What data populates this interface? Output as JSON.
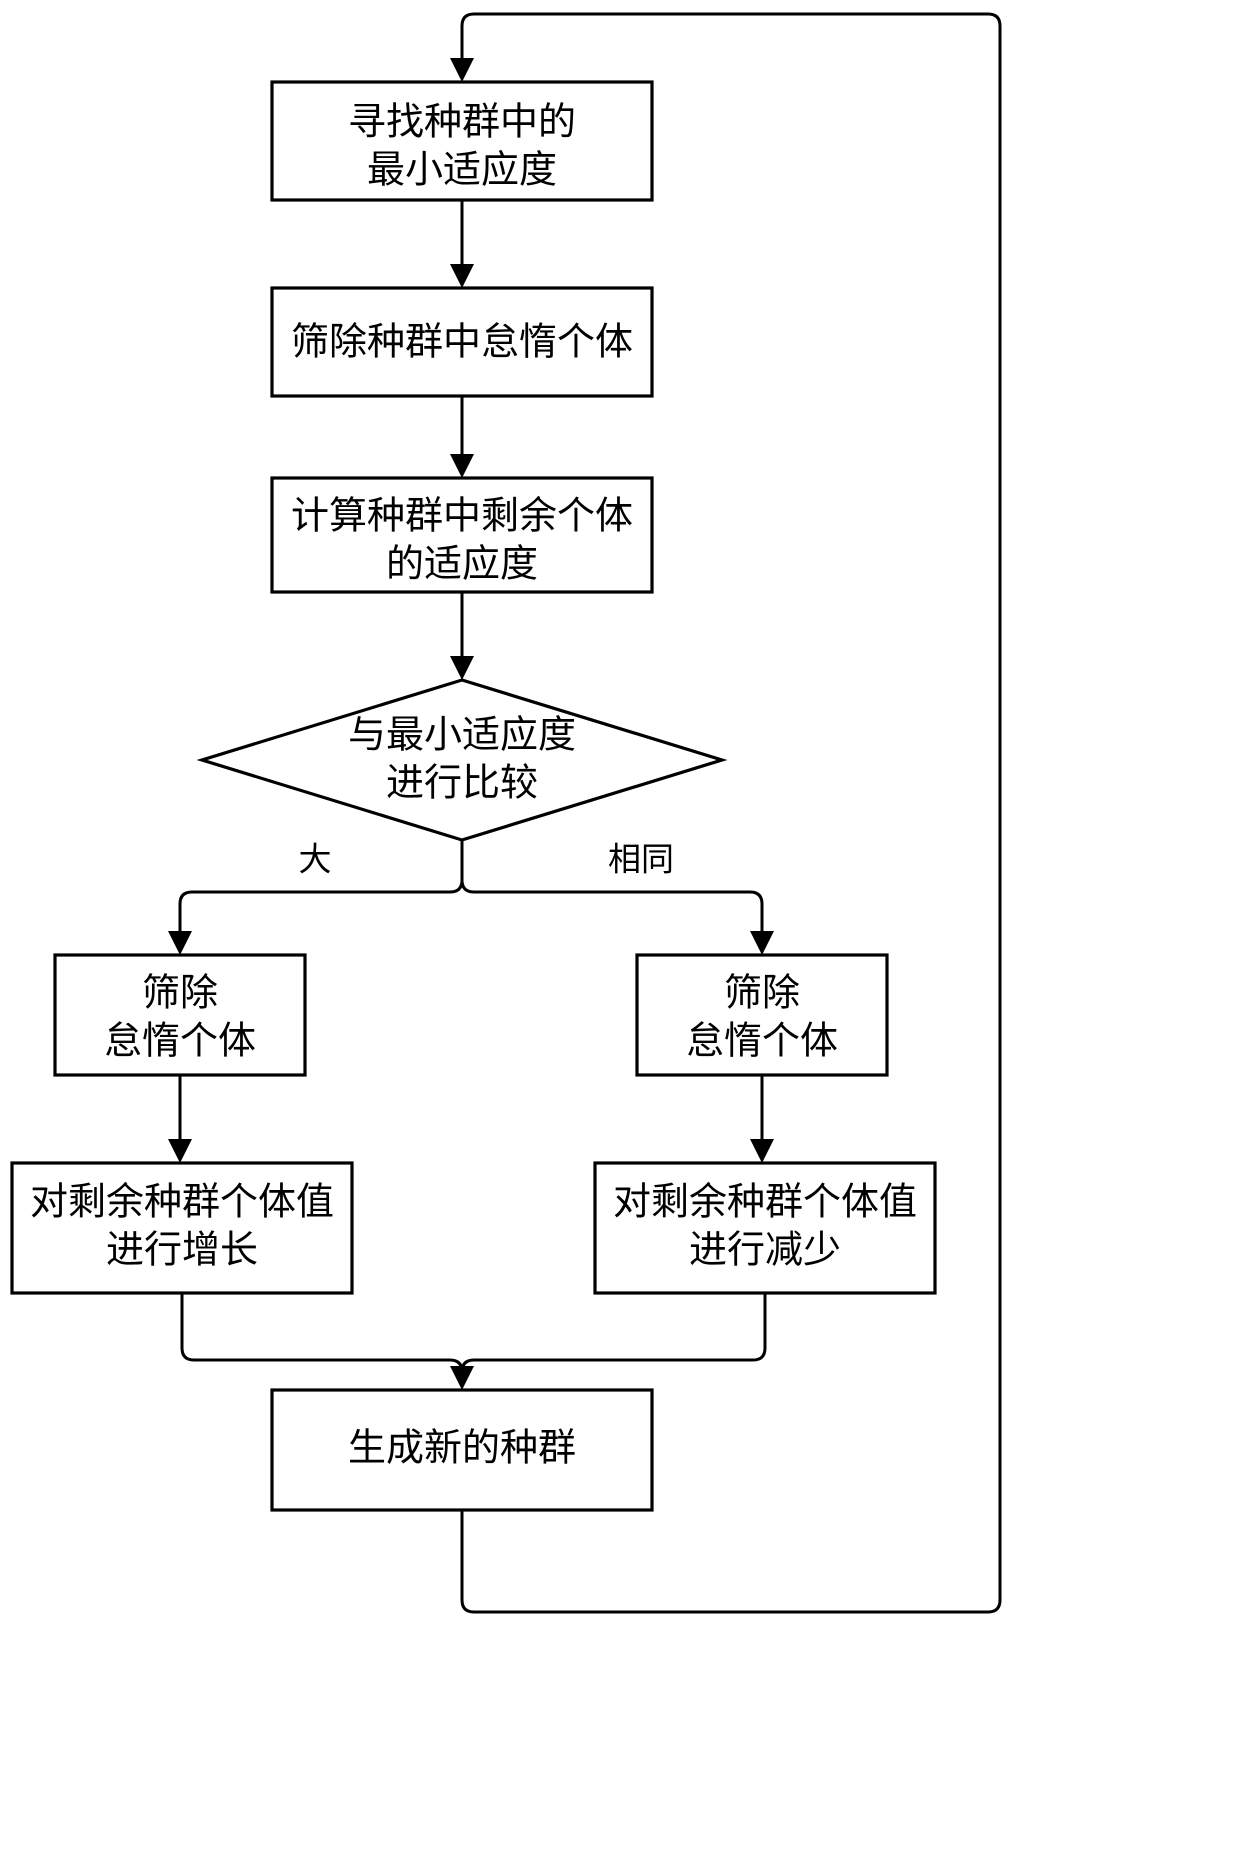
{
  "diagram": {
    "type": "flowchart",
    "title": "",
    "orientation": "top-to-bottom",
    "background_color": "#ffffff",
    "line_color": "#000000",
    "text_color": "#000000",
    "nodes": [
      {
        "id": "find-min-fitness",
        "shape": "process",
        "lines": [
          "寻找种群中的",
          "最小适应度"
        ]
      },
      {
        "id": "filter-lazy-population",
        "shape": "process",
        "lines": [
          "筛除种群中怠惰个体"
        ]
      },
      {
        "id": "compute-remaining-fitness",
        "shape": "process",
        "lines": [
          "计算种群中剩余个体",
          "的适应度"
        ]
      },
      {
        "id": "compare-with-min-fitness",
        "shape": "decision",
        "lines": [
          "与最小适应度",
          "进行比较"
        ]
      },
      {
        "id": "filter-lazy-left",
        "shape": "process",
        "lines": [
          "筛除",
          "怠惰个体"
        ]
      },
      {
        "id": "filter-lazy-right",
        "shape": "process",
        "lines": [
          "筛除",
          "怠惰个体"
        ]
      },
      {
        "id": "increase-remaining-values",
        "shape": "process",
        "lines": [
          "对剩余种群个体值",
          "进行增长"
        ]
      },
      {
        "id": "decrease-remaining-values",
        "shape": "process",
        "lines": [
          "对剩余种群个体值",
          "进行减少"
        ]
      },
      {
        "id": "generate-new-population",
        "shape": "process",
        "lines": [
          "生成新的种群"
        ]
      }
    ],
    "edge_labels": [
      {
        "id": "branch-greater",
        "text": "大"
      },
      {
        "id": "branch-equal",
        "text": "相同"
      }
    ]
  }
}
